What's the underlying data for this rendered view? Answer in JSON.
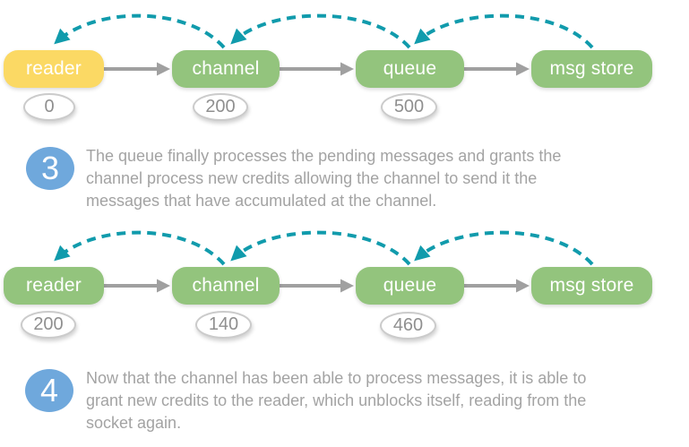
{
  "colors": {
    "node-green": "#93C47D",
    "node-yellow": "#FBD964",
    "step-blue": "#6FA8DC",
    "teal": "#119BAC",
    "arrow-gray": "#A0A0A0",
    "text-gray": "#A3A3A3",
    "badge-border": "#CBCBCB",
    "badge-text": "#8F8F8F"
  },
  "diagrams": [
    {
      "nodes": [
        {
          "label": "reader",
          "credit": "0"
        },
        {
          "label": "channel",
          "credit": "200"
        },
        {
          "label": "queue",
          "credit": "500"
        },
        {
          "label": "msg store"
        }
      ]
    },
    {
      "nodes": [
        {
          "label": "reader",
          "credit": "200"
        },
        {
          "label": "channel",
          "credit": "140"
        },
        {
          "label": "queue",
          "credit": "460"
        },
        {
          "label": "msg store"
        }
      ]
    }
  ],
  "steps": [
    {
      "number": "3",
      "lines": [
        "The queue finally processes the pending messages and grants the",
        "channel process new credits allowing the channel to send it the",
        "messages that have accumulated at the channel."
      ]
    },
    {
      "number": "4",
      "lines": [
        "Now that the channel has been able to process messages, it is able to",
        "grant new credits to the reader, which unblocks itself, reading from the",
        "socket again."
      ]
    }
  ]
}
